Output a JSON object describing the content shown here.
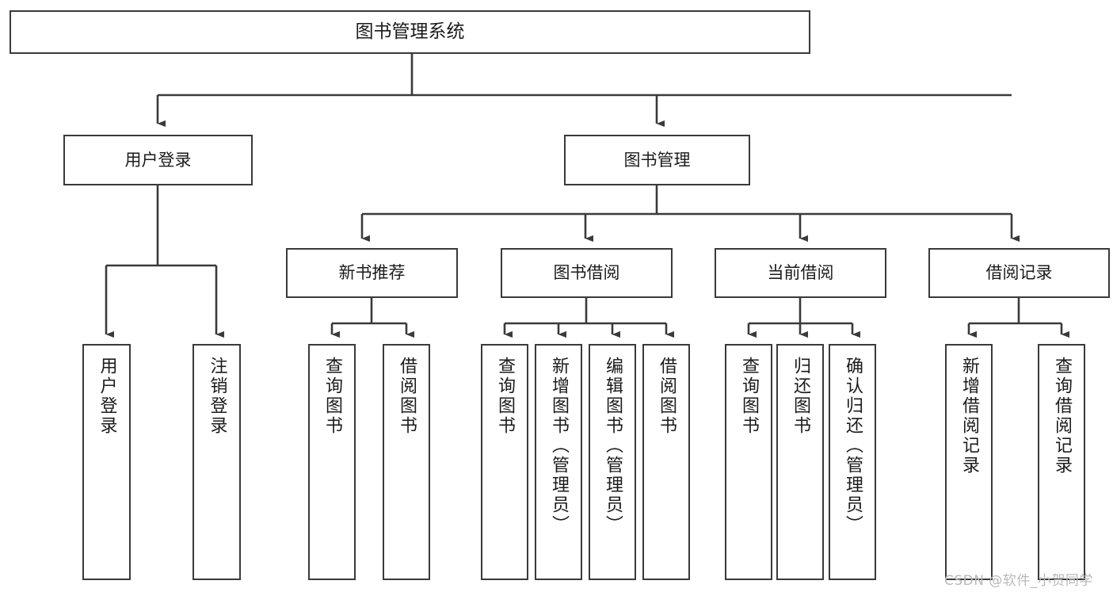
{
  "diagram": {
    "type": "tree",
    "title": "图书管理系统",
    "root": {
      "label": "图书管理系统"
    },
    "level1": [
      {
        "label": "用户登录"
      },
      {
        "label": "图书管理"
      }
    ],
    "level2": [
      {
        "label": "新书推荐"
      },
      {
        "label": "图书借阅"
      },
      {
        "label": "当前借阅"
      },
      {
        "label": "借阅记录"
      }
    ],
    "leaves": {
      "user_login": [
        {
          "label": "用户登录"
        },
        {
          "label": "注销登录"
        }
      ],
      "new_book_recommend": [
        {
          "label": "查询图书"
        },
        {
          "label": "借阅图书"
        }
      ],
      "book_borrow": [
        {
          "label": "查询图书"
        },
        {
          "label": "新增图书（管理员）"
        },
        {
          "label": "编辑图书（管理员）"
        },
        {
          "label": "借阅图书"
        }
      ],
      "current_borrow": [
        {
          "label": "查询图书"
        },
        {
          "label": "归还图书"
        },
        {
          "label": "确认归还（管理员）"
        }
      ],
      "borrow_record": [
        {
          "label": "新增借阅记录"
        },
        {
          "label": "查询借阅记录"
        }
      ]
    }
  },
  "watermark": {
    "text": "CSDN @软件_小贺同学"
  },
  "colors": {
    "stroke": "#3a3a3a",
    "text": "#1b1b1b",
    "background": "#ffffff",
    "watermark": "#b9b9b9"
  }
}
